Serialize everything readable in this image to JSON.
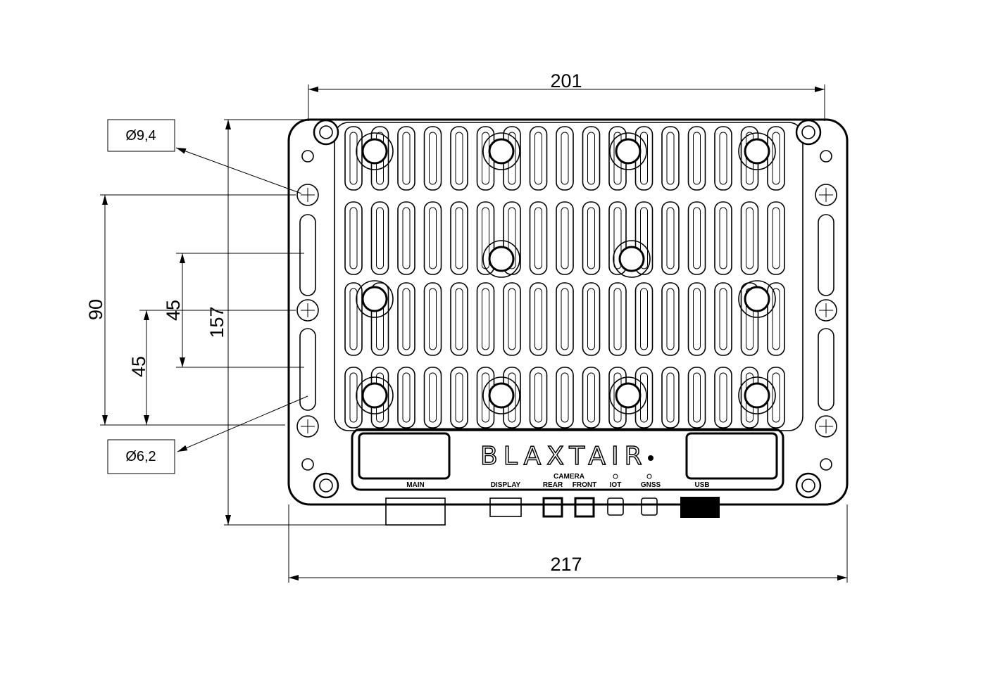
{
  "dimensions": {
    "overall_width_inner": "201",
    "overall_width_outer": "217",
    "overall_height": "157",
    "hole_pitch_outer": "90",
    "slot_pitch": "45",
    "hole_pitch_half": "45"
  },
  "callouts": {
    "large_hole": "Ø9,4",
    "small_hole": "Ø6,2"
  },
  "device": {
    "logo": "BLAXTAIR",
    "connectors": {
      "main": "MAIN",
      "display": "DISPLAY",
      "camera": "CAMERA",
      "rear": "REAR",
      "front": "FRONT",
      "iot": "IOT",
      "gnss": "GNSS",
      "usb": "USB"
    }
  }
}
